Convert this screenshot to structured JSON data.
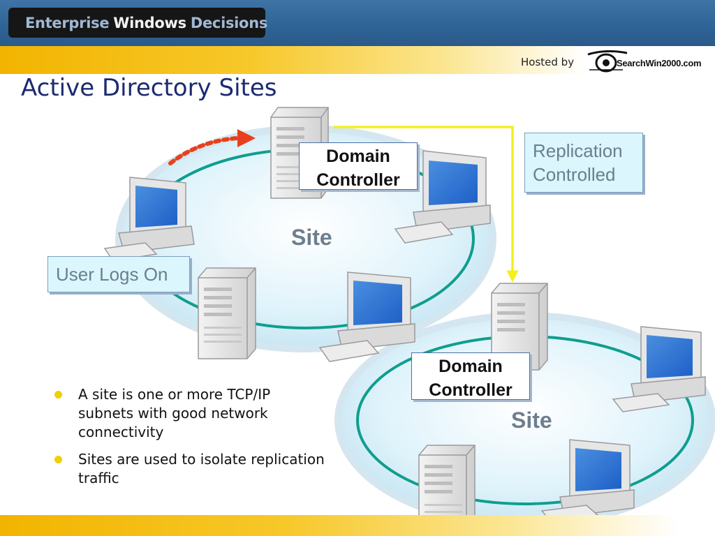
{
  "header": {
    "brand_part1": "Enterprise",
    "brand_part2": "Windows",
    "brand_part3": "Decisions",
    "hosted_by": "Hosted by",
    "sponsor_logo_text": "SearchWin2000.com"
  },
  "slide": {
    "title": "Active Directory Sites"
  },
  "diagram": {
    "site_label": "Site",
    "dc_line1": "Domain",
    "dc_line2": "Controller",
    "replication_line1": "Replication",
    "replication_line2": "Controlled",
    "user_logs_on": "User Logs On"
  },
  "bullets": [
    "A site is one or more TCP/IP subnets with good network connectivity",
    "Sites are used to isolate replication traffic"
  ],
  "colors": {
    "header_blue": "#2f6497",
    "accent_yellow": "#f2b400",
    "title_navy": "#1c2a70",
    "site_ring_teal": "#0f9e8e",
    "replication_arrow": "#f5ef1e",
    "logon_arrow": "#e8401c",
    "bullet_dot": "#f0d000"
  }
}
